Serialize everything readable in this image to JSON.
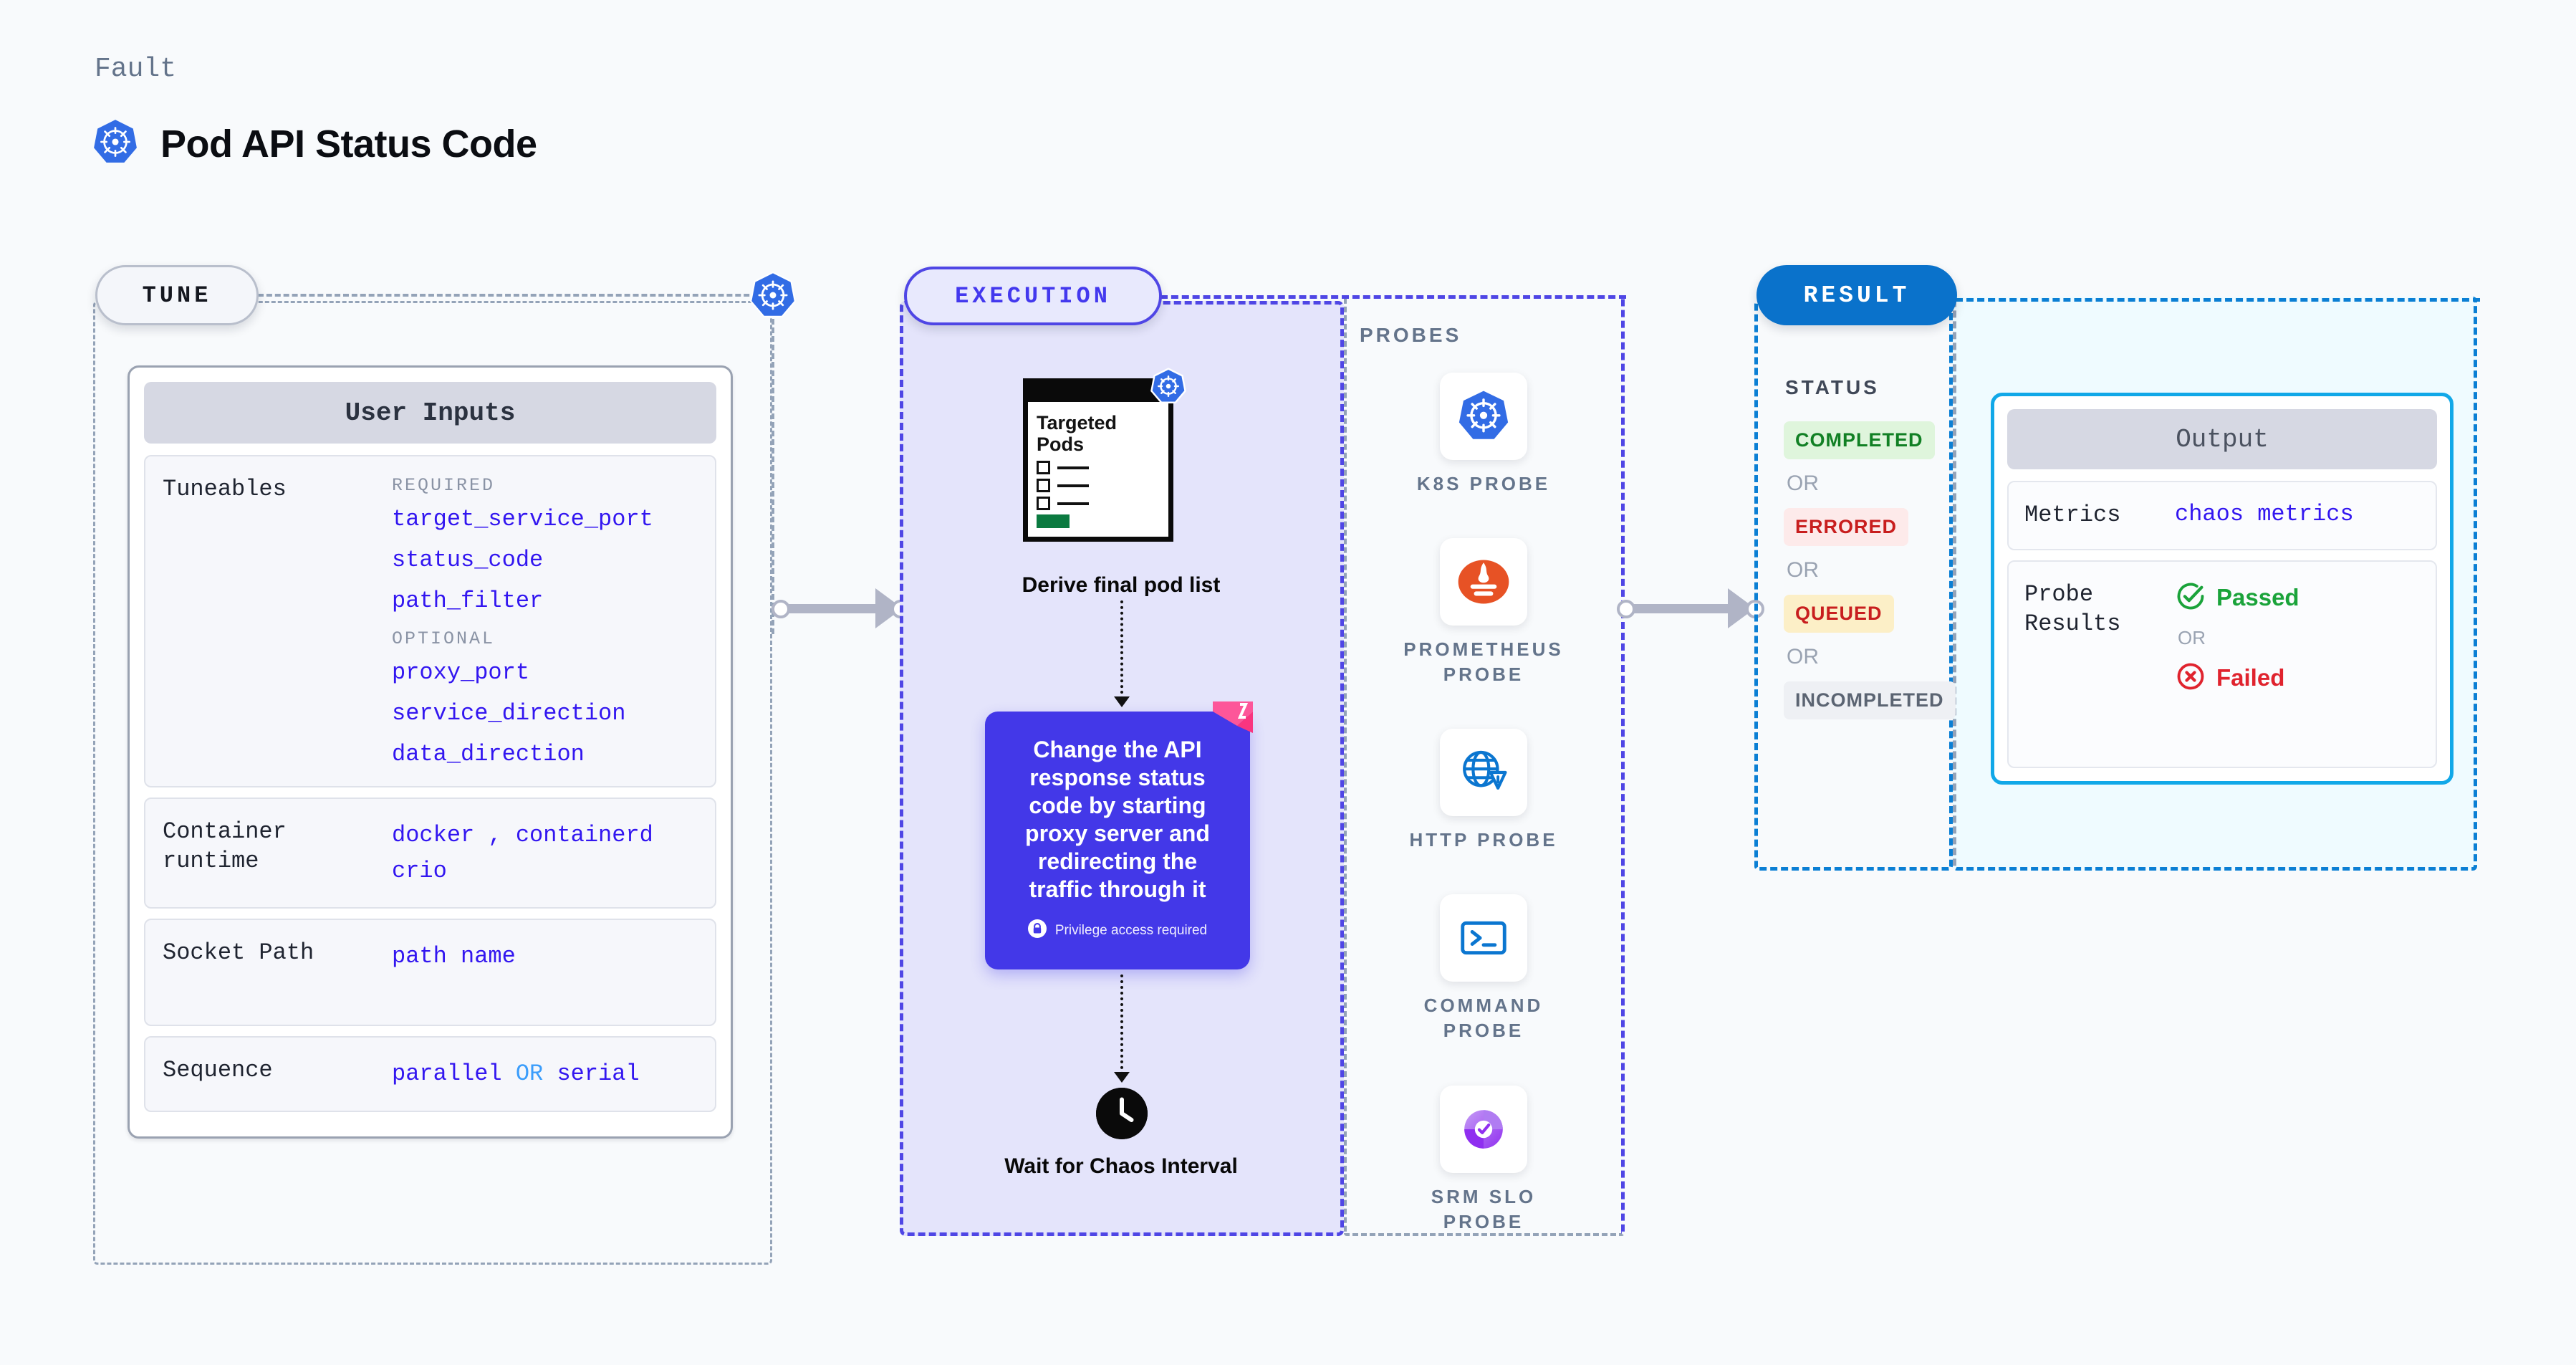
{
  "header": {
    "eyebrow": "Fault",
    "title": "Pod API Status Code",
    "icon": "kubernetes-icon"
  },
  "tune": {
    "badge": "TUNE",
    "node_icon": "kubernetes-icon",
    "card": {
      "header": "User Inputs",
      "rows": [
        {
          "label": "Tuneables",
          "groups": [
            {
              "kind": "REQUIRED",
              "values": [
                "target_service_port",
                "status_code",
                "path_filter"
              ]
            },
            {
              "kind": "OPTIONAL",
              "values": [
                "proxy_port",
                "service_direction",
                "data_direction"
              ]
            }
          ]
        },
        {
          "label": "Container runtime",
          "value_line_1": "docker",
          "separator": ",",
          "value_line_1b": "containerd",
          "value_line_2": "crio"
        },
        {
          "label": "Socket Path",
          "value": "path name"
        },
        {
          "label": "Sequence",
          "value_a": "parallel",
          "conjunction": "OR",
          "value_b": "serial"
        }
      ]
    }
  },
  "execution": {
    "badge": "EXECUTION",
    "targeted_pods": {
      "title": "Targeted Pods",
      "icon": "kubernetes-icon",
      "checkbox_rows": 3
    },
    "derive_label": "Derive final pod list",
    "action_card": {
      "text": "Change the API response status code by starting proxy server and redirecting the traffic through it",
      "privilege_note": "Privilege access required",
      "privilege_icon": "lock-icon",
      "ribbon_icon": "harness-ribbon-icon",
      "color": "#4338e8"
    },
    "wait": {
      "icon": "clock-icon",
      "label": "Wait for Chaos Interval"
    }
  },
  "probes": {
    "title": "PROBES",
    "items": [
      {
        "label": "K8S PROBE",
        "icon": "kubernetes-icon"
      },
      {
        "label": "PROMETHEUS PROBE",
        "icon": "prometheus-icon"
      },
      {
        "label": "HTTP PROBE",
        "icon": "globe-warning-icon"
      },
      {
        "label": "COMMAND PROBE",
        "icon": "terminal-icon"
      },
      {
        "label": "SRM SLO PROBE",
        "icon": "srm-slo-icon"
      }
    ]
  },
  "result": {
    "badge": "RESULT",
    "status_title": "STATUS",
    "or_label": "OR",
    "statuses": [
      {
        "label": "COMPLETED",
        "bg": "#dff5dc",
        "fg": "#118024"
      },
      {
        "label": "ERRORED",
        "bg": "#fdeaea",
        "fg": "#c81e1e"
      },
      {
        "label": "QUEUED",
        "bg": "#fcefc7",
        "fg": "#c81e1e"
      },
      {
        "label": "INCOMPLETED",
        "bg": "#eef0f4",
        "fg": "#5b6472"
      }
    ]
  },
  "output": {
    "header": "Output",
    "metrics_label": "Metrics",
    "metrics_value": "chaos metrics",
    "probe_results_label": "Probe Results",
    "passed_label": "Passed",
    "passed_icon": "check-circle-icon",
    "failed_label": "Failed",
    "failed_icon": "x-circle-icon",
    "or_label": "OR",
    "passed_color": "#1aa33a",
    "failed_color": "#e0232e"
  }
}
